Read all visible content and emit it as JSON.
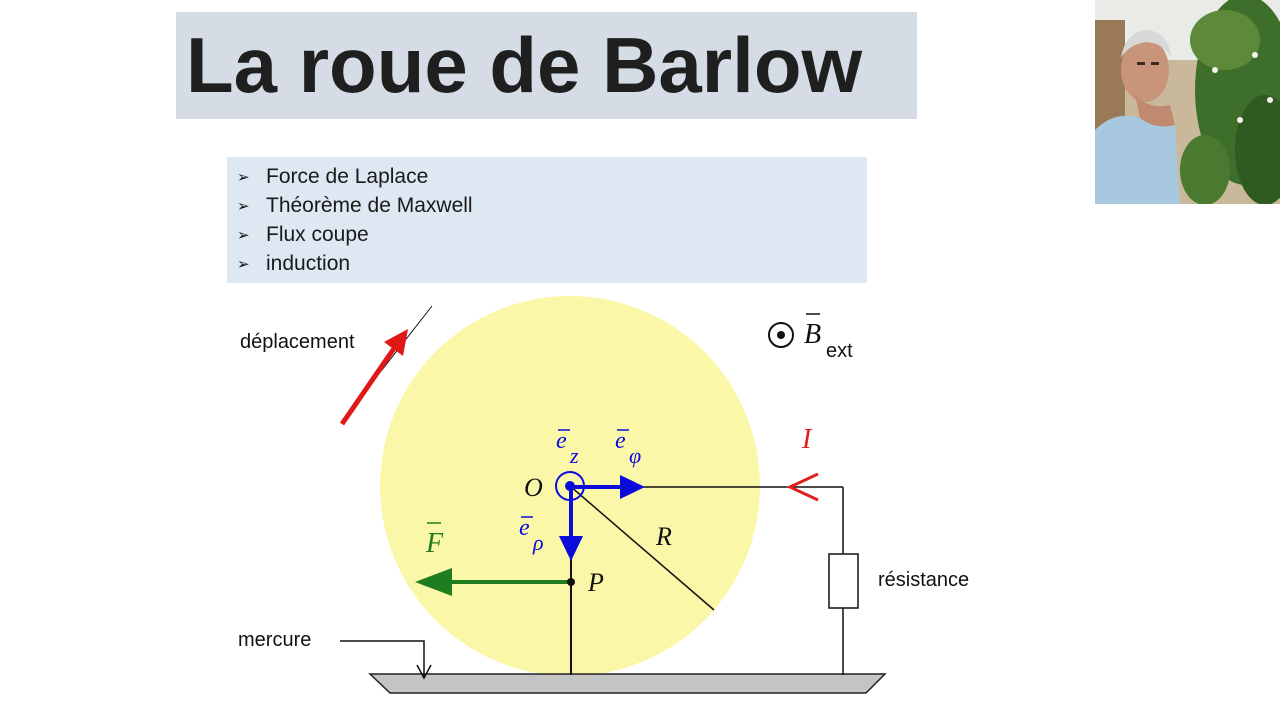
{
  "slide": {
    "title": "La roue de Barlow",
    "bullets": [
      {
        "label": "Force de Laplace",
        "icon": "arrowhead-bullet-icon"
      },
      {
        "label": "Théorème de Maxwell",
        "icon": "arrowhead-bullet-icon"
      },
      {
        "label": "Flux coupe",
        "icon": "arrowhead-bullet-icon"
      },
      {
        "label": "induction",
        "icon": "arrowhead-bullet-icon"
      }
    ],
    "bullet_glyph": "➢"
  },
  "diagram": {
    "labels": {
      "deplacement": "déplacement",
      "mercure": "mercure",
      "resistance": "résistance",
      "current": "I",
      "center": "O",
      "point": "P",
      "radius": "R",
      "force": "F",
      "field": "B",
      "field_sub": "ext",
      "ez_base": "e",
      "ez_sub": "z",
      "ephi_base": "e",
      "ephi_sub": "φ",
      "erho_base": "e",
      "erho_sub": "ρ"
    },
    "colors": {
      "wheel": "#fbf7a8",
      "vectors": "#0b0bdc",
      "force": "#1e7d1e",
      "current": "#e02020",
      "displacement": "#e01818",
      "mercury": "#c4c4c4"
    }
  },
  "presenter": {
    "icon": "presenter-photo-icon"
  }
}
